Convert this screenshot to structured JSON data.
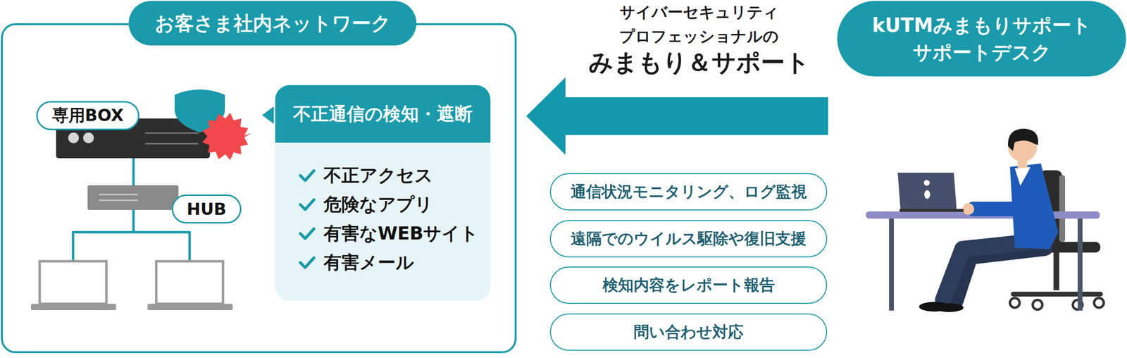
{
  "diagram": {
    "nodes": [
      {
        "text": [
          "お客さま社内ネットワーク"
        ]
      },
      {
        "text": [
          "専用BOX"
        ],
        "in": 0
      },
      {
        "text": [
          "HUB"
        ],
        "in": 0
      },
      {
        "text": [
          "不正通信の検知・遮断",
          "不正アクセス",
          "危険なアプリ",
          "有害なWEBサイト",
          "有害メール"
        ],
        "in": 0
      },
      {
        "text": [
          "kUTMみまもりサポート サポートデスク"
        ]
      },
      {
        "text": [
          "通信状況モニタリング、ログ監視"
        ]
      },
      {
        "text": [
          "遠隔でのウイルス駆除や復旧支援"
        ]
      },
      {
        "text": [
          "検知内容をレポート報告"
        ]
      },
      {
        "text": [
          "問い合わせ対応"
        ]
      }
    ],
    "edges": [
      {
        "from": 4,
        "to": 0,
        "arrow": "to"
      }
    ],
    "labels": [
      "サイバーセキュリティ プロフェッショナルの",
      "みまもり＆サポート"
    ]
  }
}
